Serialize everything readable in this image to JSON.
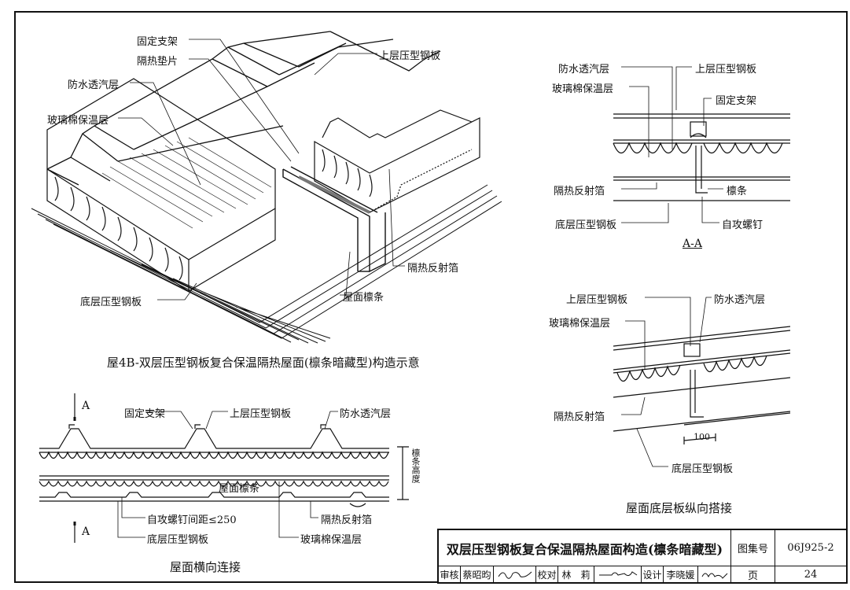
{
  "iso_labels": {
    "bracket": "固定支架",
    "spacer": "隔热垫片",
    "membrane": "防水透汽层",
    "insulation": "玻璃棉保温层",
    "upper_sheet": "上层压型钢板",
    "foil": "隔热反射箔",
    "purlin": "屋面檩条",
    "lower_sheet": "底层压型钢板"
  },
  "iso_caption": "屋4B-双层压型钢板复合保温隔热屋面(檩条暗藏型)构造示意",
  "section_aa": {
    "membrane": "防水透汽层",
    "upper_sheet": "上层压型钢板",
    "insulation": "玻璃棉保温层",
    "bracket": "固定支架",
    "foil": "隔热反射箔",
    "purlin": "檩条",
    "lower_sheet": "底层压型钢板",
    "screw": "自攻螺钉",
    "mark": "A-A"
  },
  "lap": {
    "upper_sheet": "上层压型钢板",
    "membrane": "防水透汽层",
    "insulation": "玻璃棉保温层",
    "foil": "隔热反射箔",
    "lap_len": "100",
    "lower_sheet": "底层压型钢板",
    "caption": "屋面底层板纵向搭接"
  },
  "transverse": {
    "section_mark_top": "A",
    "section_mark_bottom": "A",
    "bracket": "固定支架",
    "upper_sheet": "上层压型钢板",
    "membrane": "防水透汽层",
    "purlin": "屋面檩条",
    "purlin_height": "檩条高度",
    "screw_spacing": "自攻螺钉间距≤250",
    "foil": "隔热反射箔",
    "lower_sheet": "底层压型钢板",
    "insulation": "玻璃棉保温层",
    "caption": "屋面横向连接"
  },
  "title_block": {
    "title": "双层压型钢板复合保温隔热屋面构造(檩条暗藏型)",
    "atlas_label": "图集号",
    "atlas_no": "06J925-2",
    "review_label": "审核",
    "reviewer": "蔡昭昀",
    "check_label": "校对",
    "checker": "林　莉",
    "design_label": "设计",
    "designer": "李晓媛",
    "page_label": "页",
    "page_no": "24"
  }
}
